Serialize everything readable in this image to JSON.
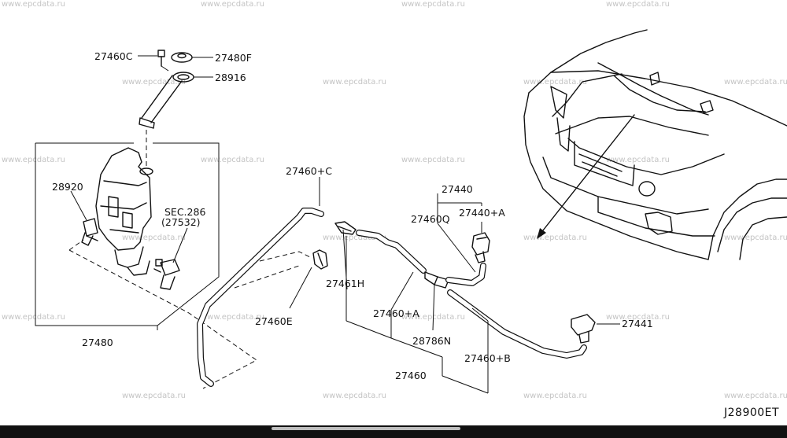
{
  "watermark": "www.epcdata.ru",
  "drawing_code": "J28900ET",
  "labels": {
    "p27460C": "27460C",
    "p27480F": "27480F",
    "p28916": "28916",
    "p28920": "28920",
    "sec1": "SEC.286",
    "sec2": "(27532)",
    "p27480": "27480",
    "p27460Cplus": "27460+C",
    "p27440": "27440",
    "p27460Q": "27460Q",
    "p27440A": "27440+A",
    "p27461H": "27461H",
    "p27460E": "27460E",
    "p27460A": "27460+A",
    "p28786N": "28786N",
    "p27460B": "27460+B",
    "p27441": "27441",
    "p27460": "27460"
  }
}
